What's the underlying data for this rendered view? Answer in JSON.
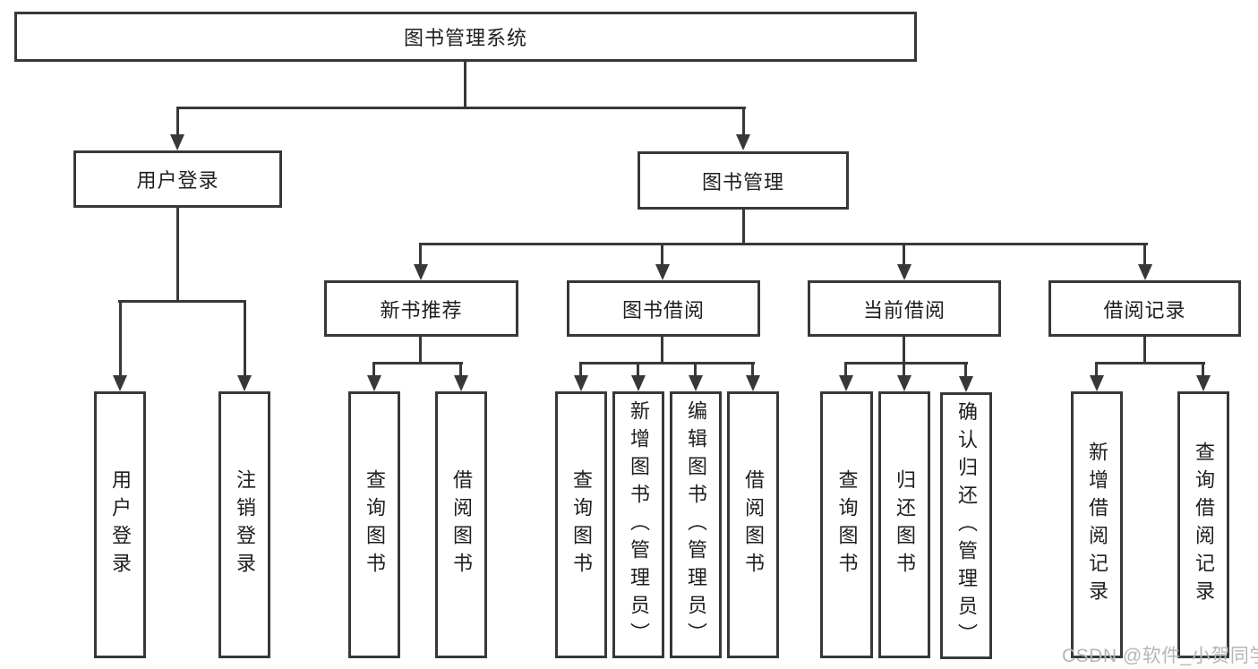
{
  "diagram": {
    "nodes": {
      "root": "图书管理系统",
      "user_login": "用户登录",
      "book_management": "图书管理",
      "new_book_recommendation": "新书推荐",
      "book_borrowing": "图书借阅",
      "current_borrowing": "当前借阅",
      "borrowing_records": "借阅记录"
    },
    "leaves": {
      "user_login": "用户登录",
      "logout_login": "注销登录",
      "recommend_query_books": "查询图书",
      "recommend_borrow_books": "借阅图书",
      "borrowing_query_books": "查询图书",
      "add_books_admin": "新增图书（管理员）",
      "edit_books_admin": "编辑图书（管理员）",
      "borrowing_borrow_books": "借阅图书",
      "current_query_books": "查询图书",
      "return_books": "归还图书",
      "confirm_return_admin": "确认归还（管理员）",
      "add_borrow_record": "新增借阅记录",
      "query_borrow_record": "查询借阅记录"
    },
    "watermark": "CSDN @软件_小贺同学",
    "colors": {
      "line": "#383838",
      "text": "#1e1e1e",
      "watermark": "#b6b6b6",
      "background": "#ffffff"
    }
  }
}
